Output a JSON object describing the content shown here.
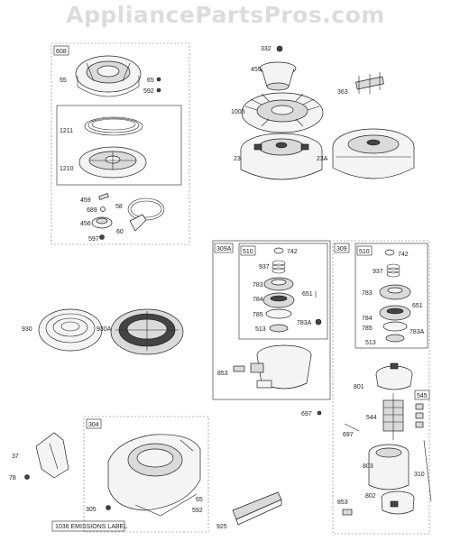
{
  "watermark": "AppliancePartsPros.com",
  "groups": {
    "g608": "608",
    "g309A": "309A",
    "g510a": "510",
    "g309": "309",
    "g510b": "510",
    "g545": "545",
    "g304": "304"
  },
  "parts": {
    "p55": "55",
    "p65a": "65",
    "p592a": "592",
    "p1211": "1211",
    "p1210": "1210",
    "p459": "459",
    "p689": "689",
    "p58": "58",
    "p456": "456",
    "p60": "60",
    "p597": "597",
    "p332": "332",
    "p455": "455",
    "p363": "363",
    "p1005": "1005",
    "p23": "23",
    "p23A": "23A",
    "p930": "930",
    "p930A": "930A",
    "p742a": "742",
    "p937a": "937",
    "p783a": "783",
    "p651a": "651",
    "p784a": "784",
    "p785a": "785",
    "p513a": "513",
    "p783Aa": "783A",
    "p853a": "853",
    "p697a": "697",
    "p742b": "742",
    "p937b": "937",
    "p783b": "783",
    "p651b": "651",
    "p784b": "784",
    "p785b": "785",
    "p513b": "513",
    "p783Ab": "783A",
    "p801": "801",
    "p544": "544",
    "p697b": "697",
    "p803": "803",
    "p310": "310",
    "p853b": "853",
    "p802": "802",
    "p37": "37",
    "p78": "78",
    "p305": "305",
    "p65b": "65",
    "p592b": "592",
    "p925": "925"
  },
  "emissions_label": "1036 EMISSIONS LABEL"
}
